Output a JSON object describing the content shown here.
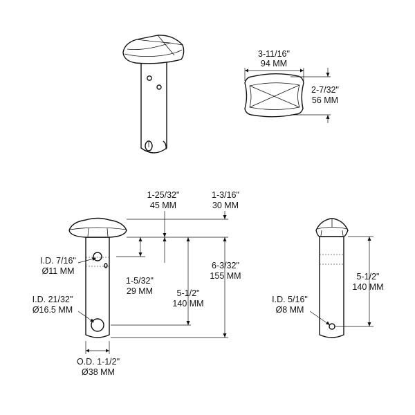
{
  "colors": {
    "line": "#111111",
    "background": "#ffffff"
  },
  "dimensions": {
    "top_width": {
      "inch": "3-11/16\"",
      "mm": "94 MM"
    },
    "top_depth": {
      "inch": "2-7/32\"",
      "mm": "56 MM"
    },
    "head_width": {
      "inch": "1-25/32\"",
      "mm": "45 MM"
    },
    "head_height": {
      "inch": "1-3/16\"",
      "mm": "30 MM"
    },
    "small_hole_offset": {
      "inch": "1-5/32\"",
      "mm": "29 MM"
    },
    "large_hole_offset": {
      "inch": "5-1/2\"",
      "mm": "140 MM"
    },
    "overall_length": {
      "inch": "6-3/32\"",
      "mm": "155 MM"
    },
    "small_hole": {
      "inch": "I.D. 7/16\"",
      "mm": "Ø11 MM"
    },
    "large_hole": {
      "inch": "I.D. 21/32\"",
      "mm": "Ø16.5 MM"
    },
    "outer_diameter": {
      "inch": "O.D. 1-1/2\"",
      "mm": "Ø38 MM"
    },
    "side_length": {
      "inch": "5-1/2\"",
      "mm": "140 MM"
    },
    "side_hole": {
      "inch": "I.D. 5/16\"",
      "mm": "Ø8 MM"
    }
  }
}
